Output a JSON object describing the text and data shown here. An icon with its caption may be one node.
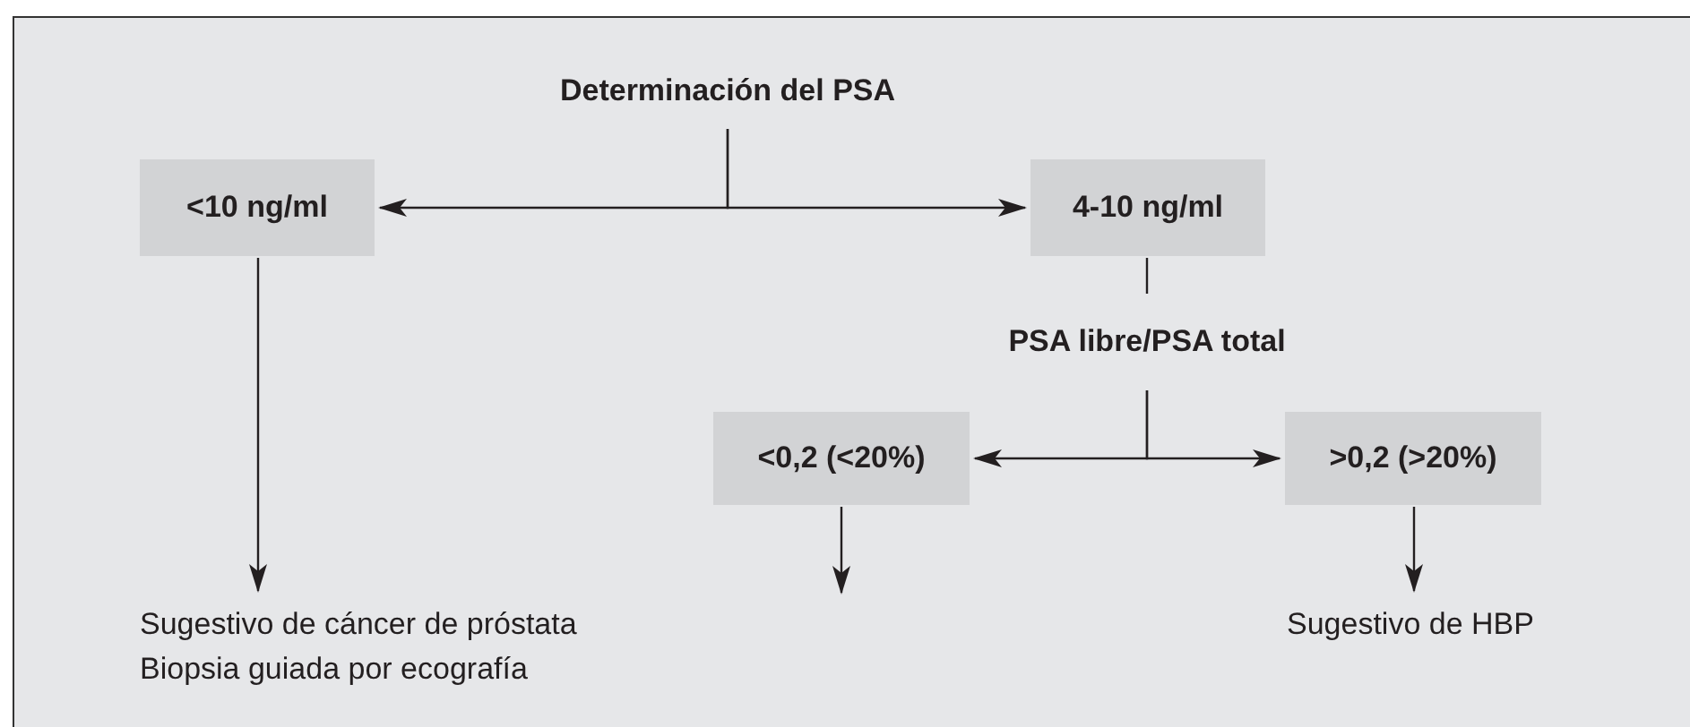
{
  "diagram": {
    "nodes": [
      {
        "text": [
          "Determinación del PSA"
        ]
      },
      {
        "text": [
          "<10 ng/ml"
        ]
      },
      {
        "text": [
          "4-10 ng/ml"
        ]
      },
      {
        "text": [
          "PSA libre/PSA total"
        ]
      },
      {
        "text": [
          "<0,2 (<20%)"
        ]
      },
      {
        "text": [
          ">0,2 (>20%)"
        ]
      },
      {
        "text": [
          "Sugestivo de cáncer de próstata",
          "Biopsia guiada por ecografía"
        ]
      },
      {
        "text": [
          "Sugestivo de HBP"
        ]
      }
    ],
    "edges": [
      {
        "from": 0,
        "to": 1,
        "arrow": "to"
      },
      {
        "from": 0,
        "to": 2,
        "arrow": "to"
      },
      {
        "from": 2,
        "to": 3,
        "arrow": "none"
      },
      {
        "from": 3,
        "to": 4,
        "arrow": "to"
      },
      {
        "from": 3,
        "to": 5,
        "arrow": "to"
      },
      {
        "from": 1,
        "to": 6,
        "arrow": "to"
      },
      {
        "from": 4,
        "to": null,
        "arrow": "to"
      },
      {
        "from": 5,
        "to": 7,
        "arrow": "to"
      }
    ]
  }
}
